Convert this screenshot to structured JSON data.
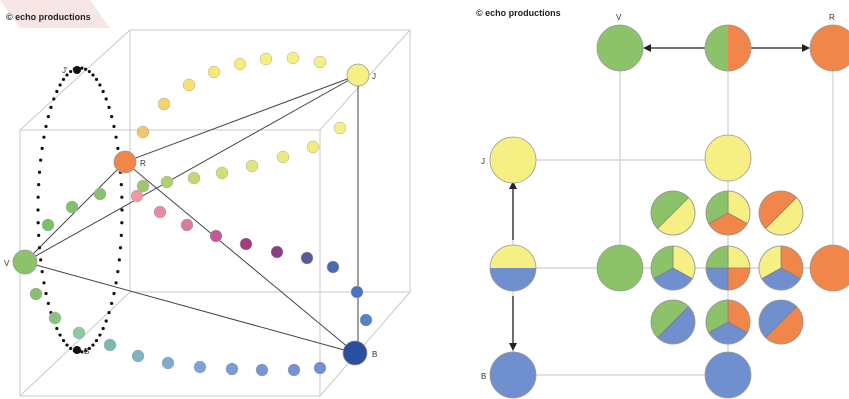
{
  "credit_left": "© echo productions",
  "credit_right": "© echo productions",
  "left_labels": {
    "J_top": "J",
    "R": "R",
    "V": "V",
    "B": "B",
    "B_prime": "B'",
    "J_prime": "J'"
  },
  "right_labels": {
    "V": "V",
    "R": "R",
    "J": "J",
    "B": "B"
  },
  "colors": {
    "green": "#8cc26a",
    "orange": "#f0864a",
    "yellow": "#f6ef84",
    "blue": "#6f8fce",
    "dark_blue": "#2a4fa0",
    "teal": "#7fbcb4",
    "pink": "#e58aa0",
    "magenta": "#a3306e"
  }
}
